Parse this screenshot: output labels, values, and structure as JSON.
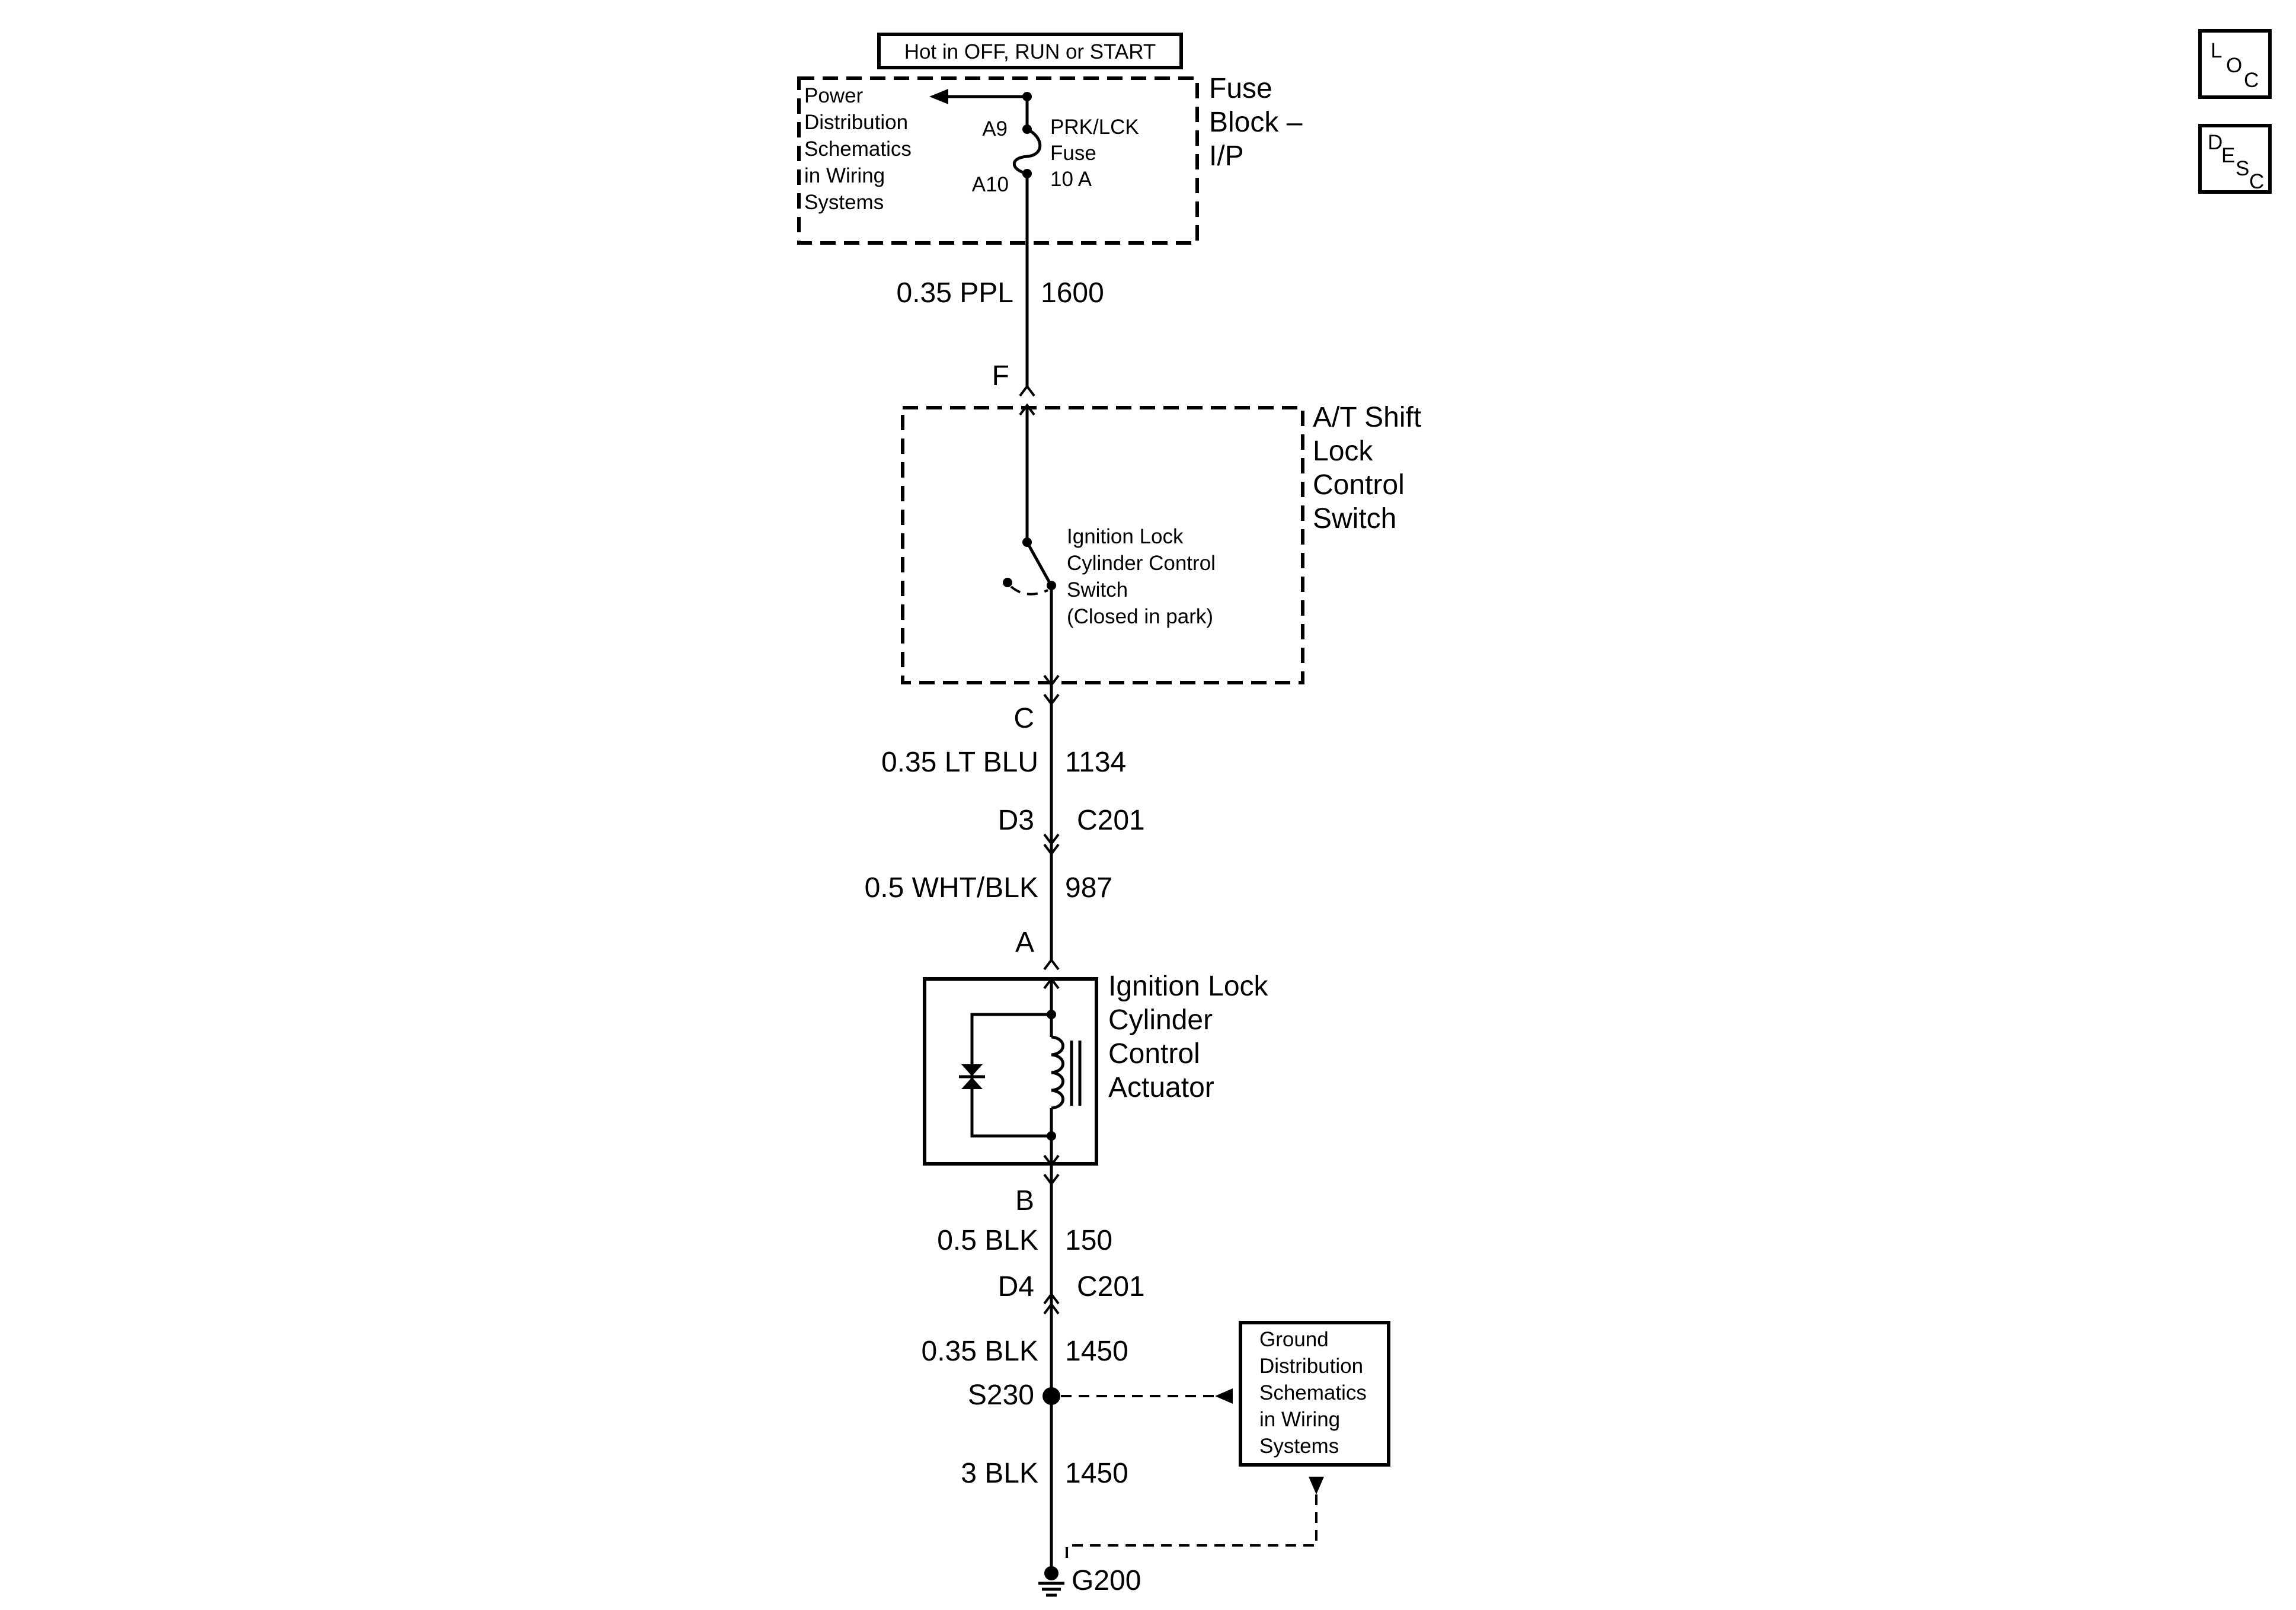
{
  "header": {
    "hot_label": "Hot in OFF, RUN or START"
  },
  "fuse_block": {
    "title_lines": [
      "Fuse",
      "Block –",
      "I/P"
    ],
    "power_ref_lines": [
      "Power",
      "Distribution",
      "Schematics",
      "in Wiring",
      "Systems"
    ],
    "pin_top": "A9",
    "pin_bottom": "A10",
    "fuse_lines": [
      "PRK/LCK",
      "Fuse",
      "10 A"
    ]
  },
  "wires": {
    "w1_gauge_color": "0.35 PPL",
    "w1_circuit": "1600",
    "w2_gauge_color": "0.35 LT BLU",
    "w2_circuit": "1134",
    "w3_gauge_color": "0.5 WHT/BLK",
    "w3_circuit": "987",
    "w4_gauge_color": "0.5 BLK",
    "w4_circuit": "150",
    "w5_gauge_color": "0.35 BLK",
    "w5_circuit": "1450",
    "w6_gauge_color": "3 BLK",
    "w6_circuit": "1450"
  },
  "connectors": {
    "f": "F",
    "c": "C",
    "d3": "D3",
    "c201_top": "C201",
    "a": "A",
    "b": "B",
    "d4": "D4",
    "c201_bottom": "C201",
    "splice": "S230",
    "ground": "G200"
  },
  "shift_lock_switch": {
    "title_lines": [
      "A/T Shift",
      "Lock",
      "Control",
      "Switch"
    ],
    "switch_lines": [
      "Ignition Lock",
      "Cylinder Control",
      "Switch",
      "(Closed in park)"
    ]
  },
  "actuator": {
    "title_lines": [
      "Ignition Lock",
      "Cylinder",
      "Control",
      "Actuator"
    ]
  },
  "ground_ref": {
    "lines": [
      "Ground",
      "Distribution",
      "Schematics",
      "in Wiring",
      "Systems"
    ]
  },
  "side_icons": {
    "loc_letters": [
      "L",
      "O",
      "C"
    ],
    "desc_letters": [
      "D",
      "E",
      "S",
      "C"
    ]
  }
}
